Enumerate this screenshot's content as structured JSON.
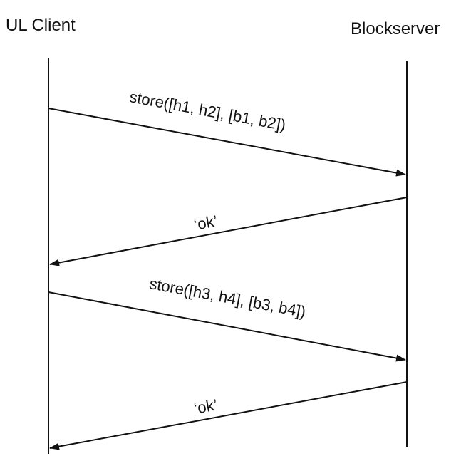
{
  "actors": {
    "left": "UL Client",
    "right": "Blockserver"
  },
  "messages": [
    {
      "label": "store([h1, h2], [b1, b2])",
      "from": "UL Client",
      "to": "Blockserver"
    },
    {
      "label": "‘ok’",
      "from": "Blockserver",
      "to": "UL Client"
    },
    {
      "label": "store([h3, h4], [b3, b4])",
      "from": "UL Client",
      "to": "Blockserver"
    },
    {
      "label": "‘ok’",
      "from": "Blockserver",
      "to": "UL Client"
    }
  ],
  "colors": {
    "line": "#111111",
    "background": "#ffffff"
  }
}
